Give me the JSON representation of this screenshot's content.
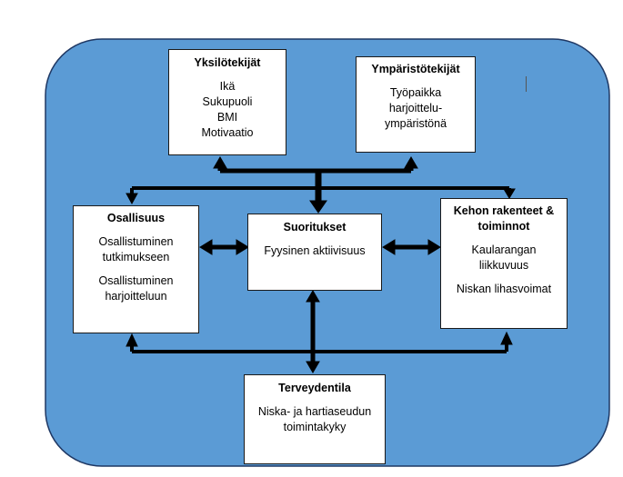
{
  "colors": {
    "background": "#5B9BD5",
    "outline": "#1F3864",
    "arrow": "#000000"
  },
  "boxes": {
    "yksilotekijat": {
      "title": "Yksilötekijät",
      "lines": [
        "Ikä",
        "Sukupuoli",
        "BMI",
        "Motivaatio"
      ]
    },
    "ymparistotekijat": {
      "title": "Ympäristötekijät",
      "lines": [
        "Työpaikka",
        "harjoittelu-",
        "ympäristönä"
      ]
    },
    "osallisuus": {
      "title": "Osallisuus",
      "lines": [
        "Osallistuminen",
        "tutkimukseen",
        "Osallistuminen",
        "harjoitteluun"
      ]
    },
    "suoritukset": {
      "title": "Suoritukset",
      "lines": [
        "Fyysinen aktiivisuus"
      ]
    },
    "kehon": {
      "title_1": "Kehon rakenteet &",
      "title_2": "toiminnot",
      "lines": [
        "Kaularangan",
        "liikkuvuus",
        "Niskan lihasvoimat"
      ]
    },
    "terveydentila": {
      "title": "Terveydentila",
      "lines": [
        "Niska- ja hartiaseudun",
        "toimintakyky"
      ]
    }
  }
}
